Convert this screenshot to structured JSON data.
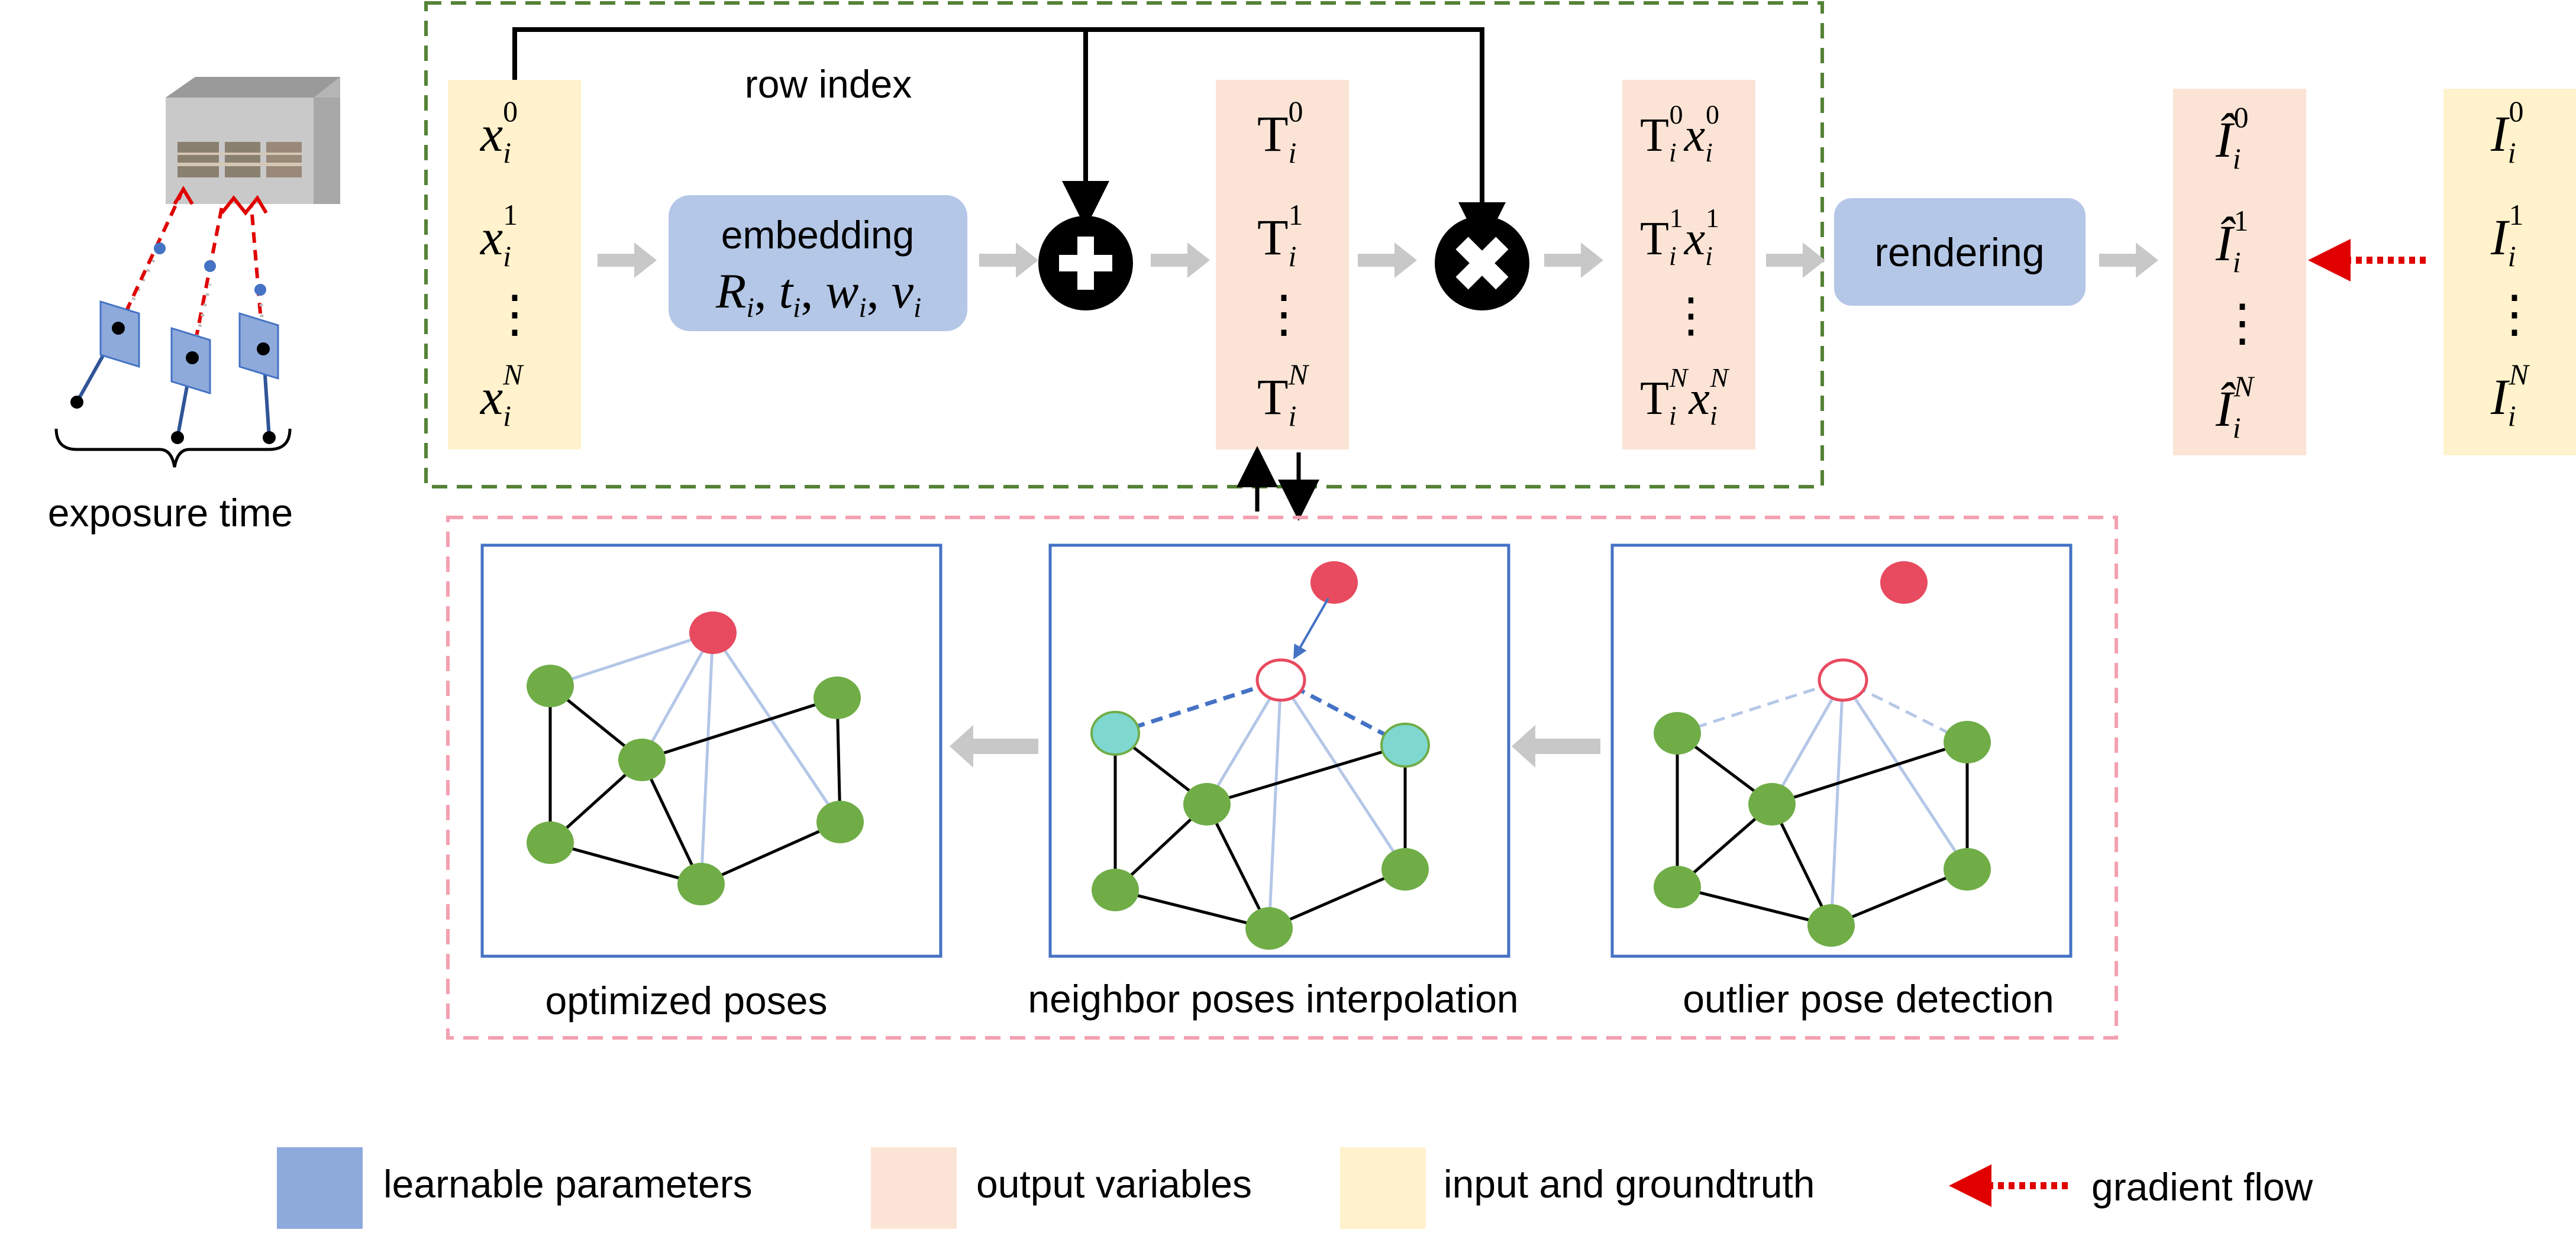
{
  "labels": {
    "row_index": "row index",
    "exposure_time": "exposure time",
    "embedding_title": "embedding",
    "rendering": "rendering",
    "optimized_poses": "optimized poses",
    "neighbor_interpolation": "neighbor poses interpolation",
    "outlier_detection": "outlier pose detection"
  },
  "symbols": {
    "embedding_params": [
      {
        "base": "R",
        "sub": "i"
      },
      {
        "base": "t",
        "sub": "i"
      },
      {
        "base": "w",
        "sub": "i"
      },
      {
        "base": "v",
        "sub": "i"
      }
    ],
    "x_column": [
      {
        "base": "x",
        "sub": "i",
        "sup": "0"
      },
      {
        "base": "x",
        "sub": "i",
        "sup": "1"
      },
      {
        "base": "x",
        "sub": "i",
        "sup": "N"
      }
    ],
    "T_column": [
      {
        "base": "T",
        "sub": "i",
        "sup": "0"
      },
      {
        "base": "T",
        "sub": "i",
        "sup": "1"
      },
      {
        "base": "T",
        "sub": "i",
        "sup": "N"
      }
    ],
    "Tx_column": [
      {
        "base": "T",
        "sub": "i",
        "sup": "0",
        "base2": "x",
        "sub2": "i",
        "sup2": "0"
      },
      {
        "base": "T",
        "sub": "i",
        "sup": "1",
        "base2": "x",
        "sub2": "i",
        "sup2": "1"
      },
      {
        "base": "T",
        "sub": "i",
        "sup": "N",
        "base2": "x",
        "sub2": "i",
        "sup2": "N"
      }
    ],
    "Ihat_column": [
      {
        "base": "Î",
        "sub": "i",
        "sup": "0"
      },
      {
        "base": "Î",
        "sub": "i",
        "sup": "1"
      },
      {
        "base": "Î",
        "sub": "i",
        "sup": "N"
      }
    ],
    "I_column": [
      {
        "base": "I",
        "sub": "i",
        "sup": "0"
      },
      {
        "base": "I",
        "sub": "i",
        "sup": "1"
      },
      {
        "base": "I",
        "sub": "i",
        "sup": "N"
      }
    ],
    "vdots": "⋮"
  },
  "legend": [
    {
      "label": "learnable parameters",
      "color": "#8eaadb",
      "kind": "swatch"
    },
    {
      "label": "output variables",
      "color": "#fbe4d5",
      "kind": "swatch"
    },
    {
      "label": "input and groundtruth",
      "color": "#fff2cc",
      "kind": "swatch"
    },
    {
      "label": "gradient flow",
      "color": "#e00000",
      "kind": "dotted-arrow"
    }
  ],
  "colors": {
    "learnable": "#b4c7e7",
    "output": "#fbe4d5",
    "input": "#fff2cc",
    "graph_node": "#70ad47",
    "outlier_node": "#e84a5f",
    "neighbor_node": "#7fd8d0",
    "frame_blue": "#4472c4",
    "green_dash": "#548235",
    "pink_dash": "#f4a0b0",
    "gray_arrow": "#c8c8c8",
    "gradient": "#e00000"
  }
}
